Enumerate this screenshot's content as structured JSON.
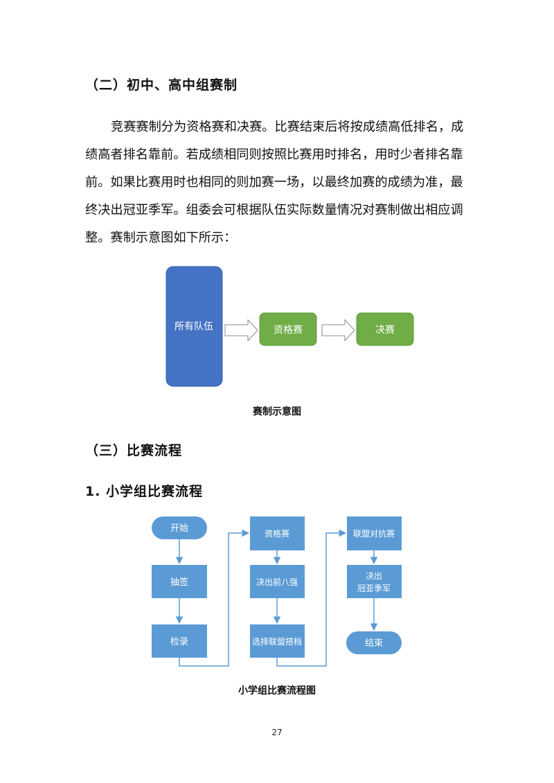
{
  "section2": {
    "heading": "（二）初中、高中组赛制",
    "lines": [
      "竞赛赛制分为资格赛和决赛。比赛结束后将按成绩高低排名，成",
      "绩高者排名靠前。若成绩相同则按照比赛用时排名，用时少者排名靠",
      "前。如果比赛用时也相同的则加赛一场，以最终加赛的成绩为准，最",
      "终决出冠亚季军。组委会可根据队伍实际数量情况对赛制做出相应调",
      "整。赛制示意图如下所示："
    ],
    "diagram": {
      "all_teams": "所有队伍",
      "qualifier": "资格赛",
      "final": "决赛",
      "colors": {
        "blue": "#4472c4",
        "green": "#70ad47"
      }
    },
    "caption": "赛制示意图"
  },
  "section3": {
    "heading": "（三）比赛流程"
  },
  "subsection1": {
    "heading": "1. 小学组比赛流程",
    "flow": {
      "start": "开始",
      "draw": "抽签",
      "check": "检录",
      "qualifier": "资格赛",
      "top8": "决出前八强",
      "choose_partner": "选择联盟搭档",
      "alliance_match": "联盟对抗赛",
      "champions_line1": "决出",
      "champions_line2": "冠亚季军",
      "end": "结束",
      "colors": {
        "box": "#5b9bd5",
        "line": "#5b9bd5"
      }
    },
    "caption": "小学组比赛流程图"
  },
  "page_number": "27"
}
